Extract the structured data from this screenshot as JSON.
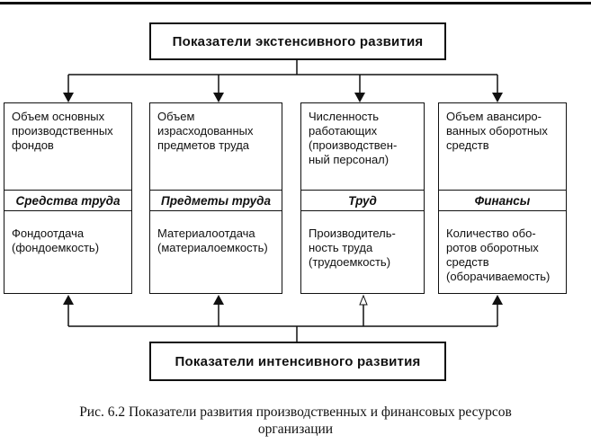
{
  "top_header": "Показатели экстенсивного развития",
  "bottom_header": "Показатели интенсивного развития",
  "columns": [
    {
      "extensive": [
        "Объем основных",
        "производственных",
        "фондов"
      ],
      "category": "Средства труда",
      "intensive": [
        "Фондоотдача",
        "(фондоемкость)"
      ]
    },
    {
      "extensive": [
        "Объем",
        "израсходованных",
        "предметов труда"
      ],
      "category": "Предметы труда",
      "intensive": [
        "Материалоотдача",
        "(материалоемкость)"
      ]
    },
    {
      "extensive": [
        "Численность",
        "работающих",
        "(производствен-",
        "ный персонал)"
      ],
      "category": "Труд",
      "intensive": [
        "Производитель-",
        "ность труда",
        "(трудоемкость)"
      ]
    },
    {
      "extensive": [
        "Объем авансиро-",
        "ванных оборотных",
        "средств"
      ],
      "category": "Финансы",
      "intensive": [
        "Количество обо-",
        "ротов оборотных",
        "средств",
        "(оборачиваемость)"
      ]
    }
  ],
  "caption": {
    "line1": "Рис. 6.2  Показатели развития производственных и финансовых ресурсов",
    "line2": "организации"
  }
}
